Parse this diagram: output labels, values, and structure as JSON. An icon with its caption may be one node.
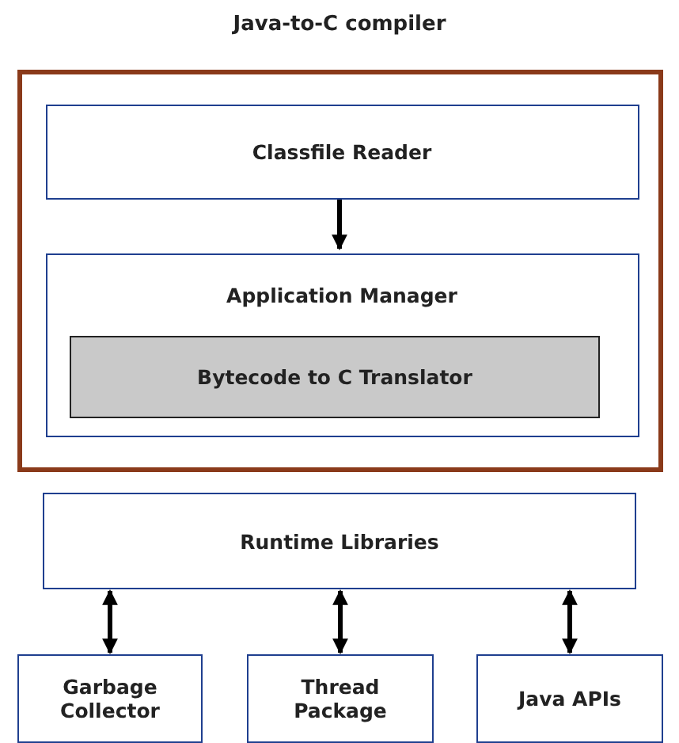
{
  "diagram": {
    "title": "Java-to-C compiler",
    "nodes": [
      {
        "text": [],
        "shape": "box"
      },
      {
        "text": [
          "Classfile Reader"
        ],
        "in": 0
      },
      {
        "text": [
          "Application Manager"
        ],
        "in": 0
      },
      {
        "text": [
          "Bytecode to C Translator"
        ],
        "in": 2
      },
      {
        "text": [
          "Runtime Libraries"
        ]
      },
      {
        "text": [
          "Garbage Collector"
        ]
      },
      {
        "text": [
          "Thread Package"
        ]
      },
      {
        "text": [
          "Java APIs"
        ]
      }
    ],
    "edges": [
      {
        "from": 1,
        "to": 2,
        "arrow": "to"
      },
      {
        "from": 4,
        "to": 5,
        "arrow": "both"
      },
      {
        "from": 4,
        "to": 6,
        "arrow": "both"
      },
      {
        "from": 4,
        "to": 7,
        "arrow": "both"
      }
    ]
  }
}
